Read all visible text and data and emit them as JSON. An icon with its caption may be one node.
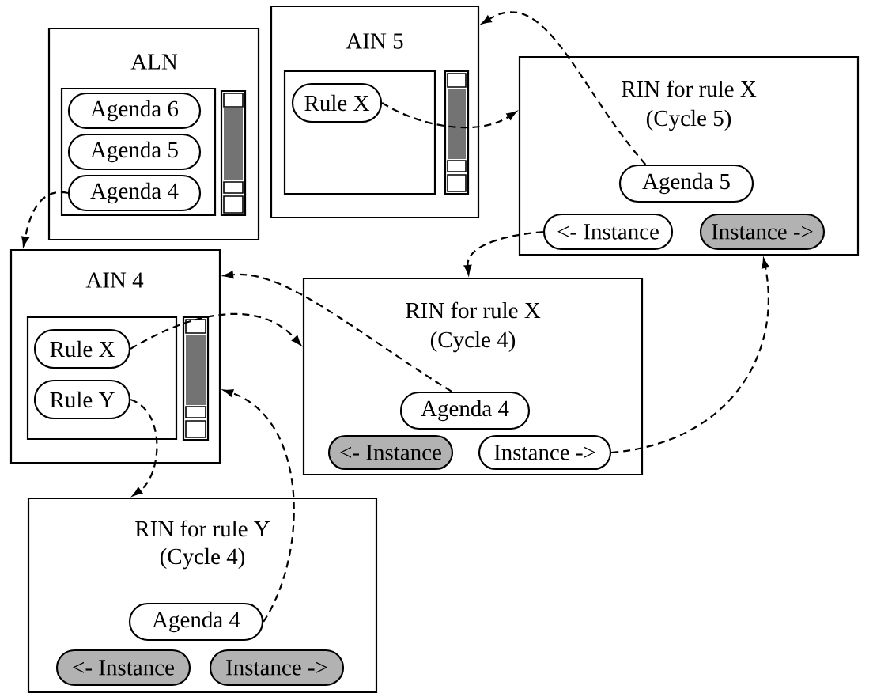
{
  "diagram": {
    "nodes": [
      {
        "text": [
          "ALN"
        ]
      },
      {
        "text": [],
        "shape": "box",
        "in": 0
      },
      {
        "text": [
          "Agenda 6"
        ],
        "in": 1
      },
      {
        "text": [
          "Agenda 5"
        ],
        "in": 1
      },
      {
        "text": [
          "Agenda 4"
        ],
        "in": 1
      },
      {
        "text": [
          "AIN 5"
        ]
      },
      {
        "text": [],
        "shape": "box",
        "in": 5
      },
      {
        "text": [
          "Rule X"
        ],
        "in": 6
      },
      {
        "text": [
          "RIN for rule X",
          "(Cycle 5)"
        ]
      },
      {
        "text": [
          "Agenda 5"
        ],
        "in": 8
      },
      {
        "text": [
          "<- Instance"
        ],
        "in": 8
      },
      {
        "text": [
          "Instance ->"
        ],
        "in": 8
      },
      {
        "text": [
          "AIN 4"
        ]
      },
      {
        "text": [],
        "shape": "box",
        "in": 12
      },
      {
        "text": [
          "Rule X"
        ],
        "in": 13
      },
      {
        "text": [
          "Rule Y"
        ],
        "in": 13
      },
      {
        "text": [
          "RIN for rule X",
          "(Cycle 4)"
        ]
      },
      {
        "text": [
          "Agenda 4"
        ],
        "in": 16
      },
      {
        "text": [
          "<- Instance"
        ],
        "in": 16
      },
      {
        "text": [
          "Instance ->"
        ],
        "in": 16
      },
      {
        "text": [
          "RIN for rule Y",
          "(Cycle 4)"
        ]
      },
      {
        "text": [
          "Agenda 4"
        ],
        "in": 20
      },
      {
        "text": [
          "<- Instance"
        ],
        "in": 20
      },
      {
        "text": [
          "Instance ->"
        ],
        "in": 20
      }
    ],
    "edges": [
      {
        "from": 4,
        "to": 12,
        "arrow": "to",
        "style": "dashed"
      },
      {
        "from": 7,
        "to": 8,
        "arrow": "to",
        "style": "dashed"
      },
      {
        "from": 9,
        "to": 5,
        "arrow": "to",
        "style": "dashed"
      },
      {
        "from": 10,
        "to": 16,
        "arrow": "to",
        "style": "dashed"
      },
      {
        "from": 17,
        "to": 12,
        "arrow": "to",
        "style": "dashed"
      },
      {
        "from": 14,
        "to": 16,
        "arrow": "to",
        "style": "dashed"
      },
      {
        "from": 19,
        "to": 8,
        "arrow": "to",
        "style": "dashed"
      },
      {
        "from": 15,
        "to": 20,
        "arrow": "to",
        "style": "dashed"
      },
      {
        "from": 21,
        "to": 12,
        "arrow": "to",
        "style": "dashed"
      }
    ]
  }
}
